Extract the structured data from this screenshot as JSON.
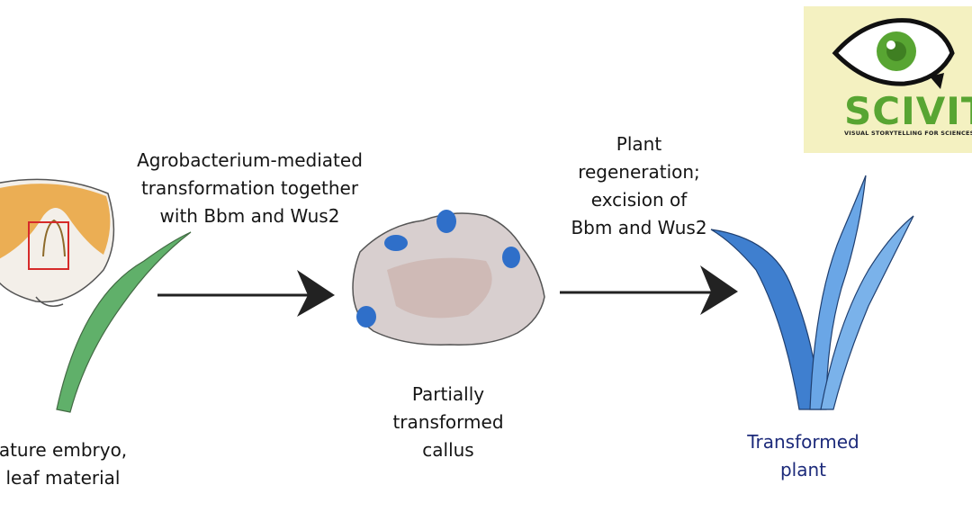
{
  "labels": {
    "left": [
      "ature embryo,",
      "leaf material"
    ],
    "step1": [
      "Agrobacterium-mediated",
      "transformation together",
      "with Bbm and Wus2"
    ],
    "callus": [
      "Partially",
      "transformed",
      "callus"
    ],
    "step2": [
      "Plant",
      "regeneration;",
      "excision of",
      "Bbm and Wus2"
    ],
    "plant": [
      "Transformed",
      "plant"
    ]
  },
  "logo": {
    "brand": "SCIVIT",
    "tagline": "VISUAL STORYTELLING FOR SCIENCES"
  },
  "colors": {
    "leaf_green": "#4fa85a",
    "plant_blue": "#3f7fcf",
    "callus_gray": "#d8cfcf",
    "callus_blue": "#2f6fc9",
    "highlight_box": "#d62a2a",
    "seed_orange": "#e9a23a",
    "logo_green": "#58a532",
    "logo_bg": "#f4f1c1",
    "plant_label": "#1c2a7a"
  },
  "icons": [
    "seed-icon",
    "leaf-icon",
    "arrow-icon",
    "callus-icon",
    "plant-icon",
    "eye-icon"
  ]
}
